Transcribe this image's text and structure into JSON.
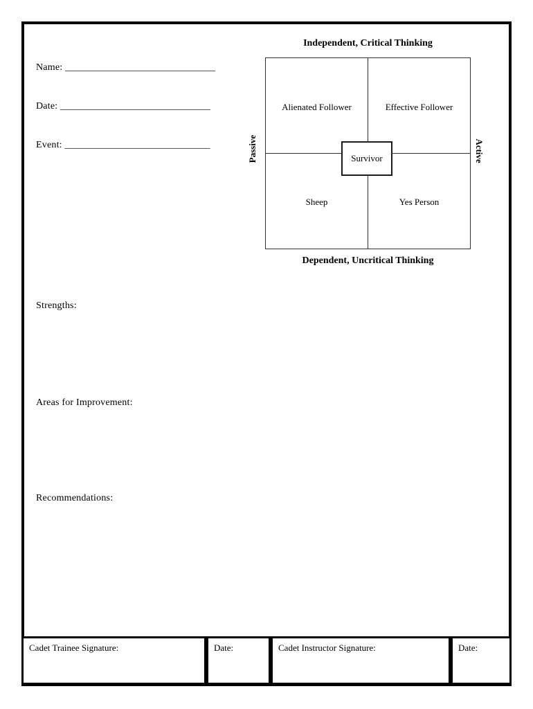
{
  "fields": {
    "name": {
      "label": "Name:",
      "blank": "_______________________________"
    },
    "date": {
      "label": "Date:",
      "blank": "_______________________________"
    },
    "event": {
      "label": "Event:",
      "blank": "______________________________"
    }
  },
  "diagram": {
    "title_top": "Independent, Critical Thinking",
    "title_bottom": "Dependent, Uncritical Thinking",
    "axis_left": "Passive",
    "axis_right": "Active",
    "quadrant_top_left": "Alienated Follower",
    "quadrant_top_right": "Effective Follower",
    "quadrant_bottom_left": "Sheep",
    "quadrant_bottom_right": "Yes Person",
    "center": "Survivor"
  },
  "sections": {
    "strengths": "Strengths:",
    "areas_for_improvement": "Areas for Improvement:",
    "recommendations": "Recommendations:"
  },
  "signature_table": {
    "trainee_signature": "Cadet Trainee Signature:",
    "trainee_date": "Date:",
    "instructor_signature": "Cadet Instructor Signature:",
    "instructor_date": "Date:"
  },
  "colors": {
    "ink": "#000000",
    "paper": "#ffffff"
  }
}
